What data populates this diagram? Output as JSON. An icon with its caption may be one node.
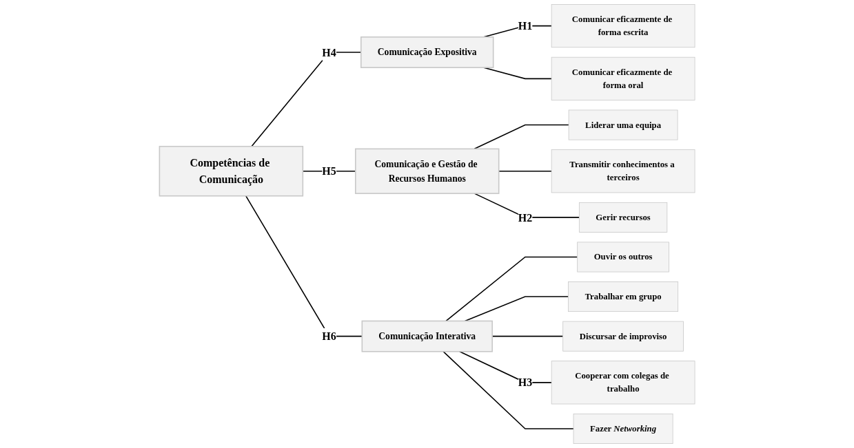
{
  "diagram": {
    "nodes": [
      {
        "text": [
          "Competências de Comunicação"
        ]
      },
      {
        "text": [
          "Comunicação Expositiva"
        ]
      },
      {
        "text": [
          "Comunicação e Gestão de Recursos Humanos"
        ]
      },
      {
        "text": [
          "Comunicação Interativa"
        ]
      },
      {
        "text": [
          "Comunicar eficazmente de forma escrita"
        ]
      },
      {
        "text": [
          "Comunicar eficazmente de forma oral"
        ]
      },
      {
        "text": [
          "Liderar uma equipa"
        ]
      },
      {
        "text": [
          "Transmitir conhecimentos a terceiros"
        ]
      },
      {
        "text": [
          "Gerir recursos"
        ]
      },
      {
        "text": [
          "Ouvir os outros"
        ]
      },
      {
        "text": [
          "Trabalhar em grupo"
        ]
      },
      {
        "text": [
          "Discursar de improviso"
        ]
      },
      {
        "text": [
          "Cooperar com colegas de trabalho"
        ]
      },
      {
        "text": [
          "Fazer *Networking*"
        ]
      }
    ],
    "edges": [
      {
        "from": 0,
        "to": 1,
        "arrow": "none",
        "label": "H4"
      },
      {
        "from": 0,
        "to": 2,
        "arrow": "none",
        "label": "H5"
      },
      {
        "from": 0,
        "to": 3,
        "arrow": "none",
        "label": "H6"
      },
      {
        "from": 1,
        "to": 4,
        "arrow": "none",
        "label": "H1"
      },
      {
        "from": 1,
        "to": 5,
        "arrow": "none"
      },
      {
        "from": 2,
        "to": 6,
        "arrow": "none"
      },
      {
        "from": 2,
        "to": 7,
        "arrow": "none"
      },
      {
        "from": 2,
        "to": 8,
        "arrow": "none",
        "label": "H2"
      },
      {
        "from": 3,
        "to": 9,
        "arrow": "none"
      },
      {
        "from": 3,
        "to": 10,
        "arrow": "none"
      },
      {
        "from": 3,
        "to": 11,
        "arrow": "none"
      },
      {
        "from": 3,
        "to": 12,
        "arrow": "none",
        "label": "H3"
      },
      {
        "from": 3,
        "to": 13,
        "arrow": "none"
      }
    ]
  }
}
